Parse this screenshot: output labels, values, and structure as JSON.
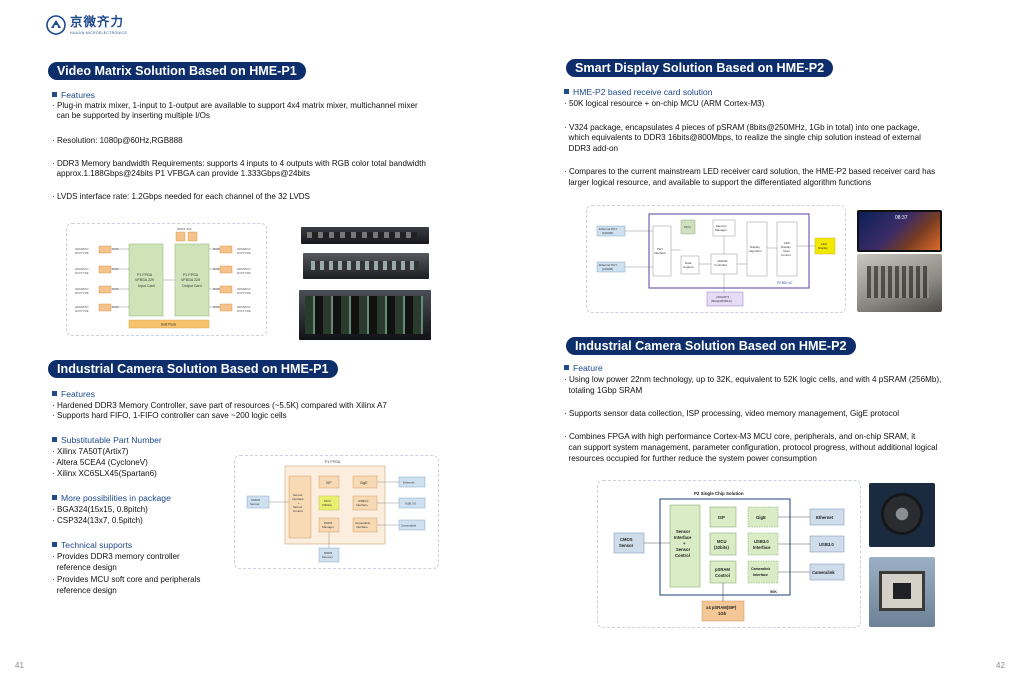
{
  "logo": {
    "text": "京微齐力",
    "subtext": "HUAJIN MICROELECTRONICS"
  },
  "left": {
    "video_matrix": {
      "title": "Video Matrix Solution Based on HME-P1",
      "features_heading": "Features",
      "bullets": [
        "· Plug-in matrix mixer, 1-input to 1-output are available to support 4x4 matrix mixer, multichannel mixer",
        "  can be supported by inserting multiple I/Os",
        "· Resolution: 1080p@60Hz,RGB888",
        "· DDR3 Memory bandwidth Requirements:  supports 4 inputs to 4 outputs with RGB color total bandwidth",
        "  approx.1.188Gbps@24bits P1 VFBGA can provide 1.333Gbps@24bits",
        "· LVDS interface rate: 1.2Gbps needed for each channel of the 32 LVDS"
      ],
      "diagram": {
        "input_card": "P1 FPGA\nVFBGA 229\nInput Card",
        "output_card": "P1 FPGA\nVFBGA 229\nOutput Card",
        "bridge": "Bridge",
        "mux": "Built Plane",
        "ddr": "DDR3 4Gb",
        "ports_in": [
          "HDMI/DVI\nDVI/TYPE",
          "HDMI/DVI\nDVI/TYPE",
          "HDMI/DVI\nDVI/TYPE",
          "HDMI/DVI\nDVI/TYPE"
        ],
        "ports_out": [
          "HDMI/DVI\nDVI/TYPE",
          "HDMI/DVI\nDVI/TYPE",
          "HDMI/DVI\nDVI/TYPE",
          "HDMI/DVI\nDVI/TYPE"
        ]
      }
    },
    "industrial_p1": {
      "title": "Industrial Camera Solution Based on HME-P1",
      "features_heading": "Features",
      "features": [
        "· Hardened DDR3 Memory Controller, save part of resources (~5.5K) compared with Xilinx A7",
        "· Supports hard FIFO, 1-FIFO controller can save ~200 logic cells"
      ],
      "substitutable_heading": "Substitutable Part Number",
      "substitutable": [
        "· Xilinx 7A50T(Artix7)",
        "· Altera 5CEA4 (CycloneV)",
        "· Xilinx XC6SLX45(Spartan6)"
      ],
      "package_heading": "More possibilities in package",
      "package": [
        "· BGA324(15x15, 0.8pitch)",
        "· CSP324(13x7, 0.5pitch)"
      ],
      "support_heading": "Technical supports",
      "support": [
        "· Provides DDR3 memory controller",
        "  reference design",
        "· Provides MCU soft core and peripherals",
        "  reference design"
      ],
      "diagram": {
        "title": "P1 FPGA",
        "sensor": "CMOS Sensor",
        "interface": "Sensor Interface + Sensor Control",
        "isp": "ISP",
        "gige": "GigE",
        "mcu": "MCU (32bits)",
        "usb3": "USB3.0 Interface",
        "ddr_ctrl": "DDR3 Manager",
        "cameralink": "Cameralink Interface",
        "ethernet": "Ethernet",
        "usb": "USB 3.0",
        "cl": "Cameralink",
        "ddr": "DDR3 Memory"
      }
    },
    "page_number": "41"
  },
  "right": {
    "smart_display": {
      "title": "Smart Display Solution Based on HME-P2",
      "heading": "HME-P2 based receive card solution",
      "bullets": [
        "· 50K logical resource + on-chip MCU (ARM Cortex-M3)",
        "· V324 package, encapsulates 4 pieces of pSRAM (8bits@250MHz, 1Gb in total) into one package,",
        "  which equivalents to DDR3 16bits@800Mbps, to realize the single chip solution instead of external",
        "  DDR3 add-on",
        "· Compares to the current mainstream LED receiver card solution, the HME-P2 based receiver card has",
        "  larger logical resource, and available to support the differentiated algorithm functions"
      ],
      "diagram": {
        "eth1": "Ethernet PHY (1000M)",
        "eth2": "Ethernet PHY (1000M)",
        "phy": "PHY Interface",
        "mcu": "MCU",
        "memmgr": "Memory Manager",
        "capture": "Data Capture",
        "psram_ctrl": "pSRAM Controller",
        "display": "Display Algorithm",
        "led_ctrl": "LED Display Scan Control",
        "led": "LED Display",
        "chip": "P2 50K  uC",
        "psram": "pSRAM*4 (8bit@250MHz)"
      },
      "photo_time": "08:37"
    },
    "industrial_p2": {
      "title": "Industrial Camera Solution Based on HME-P2",
      "heading": "Feature",
      "bullets": [
        "· Using low power 22nm technology, up to 32K, equivalent to 52K logic cells, and with 4 pSRAM (256Mb),",
        "  totaling 1Gbp SRAM",
        "· Supports sensor data collection, ISP processing, video memory management, GigE protocol",
        "· Combines FPGA with high performance Cortex-M3 MCU core, peripherals, and on-chip SRAM, it",
        "  can support system management, parameter configuration, protocol progress, without additional logical",
        "  resources occupied for further reduce the system power consumption"
      ],
      "diagram": {
        "title": "P2 Single Chip Solution",
        "sensor": "CMOS Sensor",
        "interface": "Sensor Interface + Sensor Control",
        "isp": "ISP",
        "gige": "GigE",
        "mcu": "MCU (32bits)",
        "usb3": "USB3.0 Interface",
        "psram_ctrl": "pSRAM Control",
        "cameralink": "Cameralink Interface",
        "size": "50K",
        "ethernet": "Ethernet",
        "usb": "USB3.0",
        "cl": "Cameralink",
        "psram": "x4 pSRAM(SIP) 1Gb"
      }
    },
    "page_number": "42"
  }
}
